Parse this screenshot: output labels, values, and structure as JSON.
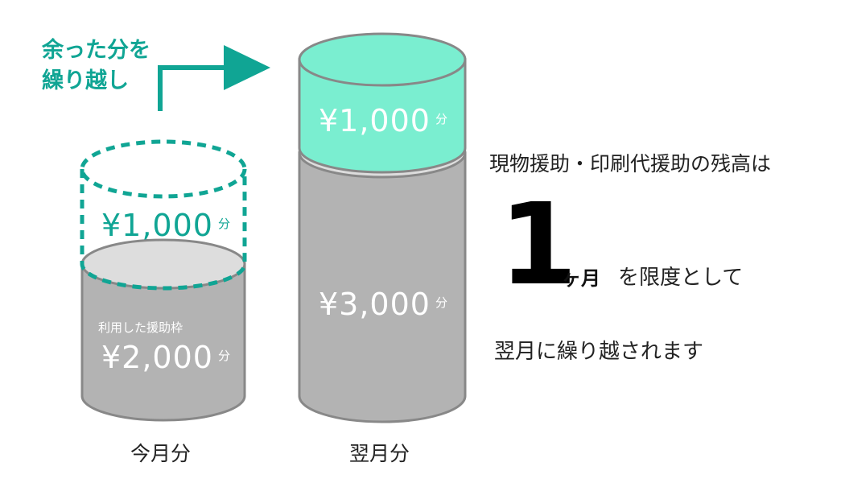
{
  "carry_over_label": {
    "line1": "余った分を",
    "line2": "繰り越し"
  },
  "this_month": {
    "column_label": "今月分",
    "carryover_amount": "¥1,000",
    "carryover_unit": "分",
    "used_caption": "利用した援助枠",
    "used_amount": "¥2,000",
    "used_unit": "分"
  },
  "next_month": {
    "column_label": "翌月分",
    "carried_amount": "¥1,000",
    "carried_unit": "分",
    "base_amount": "¥3,000",
    "base_unit": "分"
  },
  "info": {
    "line1": "現物援助・印刷代援助の残高は",
    "big_number": "1",
    "unit": "ヶ月",
    "limit_text": "を限度として",
    "line3": "翌月に繰り越されます"
  },
  "colors": {
    "teal": "#10a594",
    "mint": "#7aeed0",
    "cylinder_gray": "#b3b3b3",
    "cylinder_top": "#dddddd",
    "outline": "#888888"
  },
  "icons": {
    "arrow": "right-angle-arrow-icon"
  }
}
